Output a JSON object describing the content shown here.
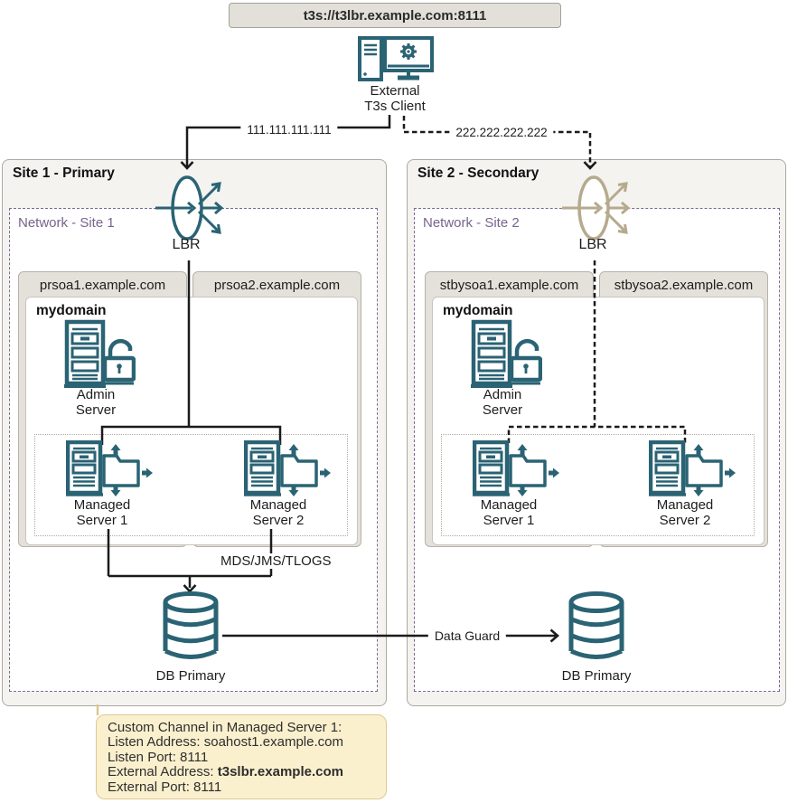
{
  "header": {
    "url": "t3s://t3lbr.example.com:8111"
  },
  "client": {
    "icon": "desktop-gear-icon",
    "label1": "External",
    "label2": "T3s Client"
  },
  "connections": {
    "ip_primary": "111.111.111.111",
    "ip_secondary": "222.222.222.222",
    "mds_label": "MDS/JMS/TLOGS",
    "data_guard_label": "Data Guard"
  },
  "site1": {
    "title": "Site 1 - Primary",
    "network_label": "Network - Site 1",
    "lbr_label": "LBR",
    "host1": "prsoa1.example.com",
    "host2": "prsoa2.example.com",
    "domain_label": "mydomain",
    "admin_label1": "Admin",
    "admin_label2": "Server",
    "ms1_label1": "Managed",
    "ms1_label2": "Server 1",
    "ms2_label1": "Managed",
    "ms2_label2": "Server 2",
    "db_label": "DB Primary"
  },
  "site2": {
    "title": "Site 2 - Secondary",
    "network_label": "Network - Site 2",
    "lbr_label": "LBR",
    "host1": "stbysoa1.example.com",
    "host2": "stbysoa2.example.com",
    "domain_label": "mydomain",
    "admin_label1": "Admin",
    "admin_label2": "Server",
    "ms1_label1": "Managed",
    "ms1_label2": "Server 1",
    "ms2_label1": "Managed",
    "ms2_label2": "Server 2",
    "db_label": "DB Primary"
  },
  "note": {
    "line1": "Custom Channel in Managed Server 1:",
    "line2": "Listen Address: soahost1.example.com",
    "line3": "Listen Port: 8111",
    "line4_prefix": "External Address: ",
    "line4_bold": "t3slbr.example.com",
    "line5": "External Port: 8111"
  },
  "colors": {
    "icon_teal": "#2A6374",
    "icon_tan": "#B5AA8D",
    "network_border_purple": "#7B6B93",
    "network_text_purple": "#77648C",
    "site_fill": "#F4F3F0",
    "host_fill": "#E4E1DA",
    "note_fill": "#FBF0CE",
    "note_border": "#DFC793",
    "line_black": "#1B1B1B"
  }
}
